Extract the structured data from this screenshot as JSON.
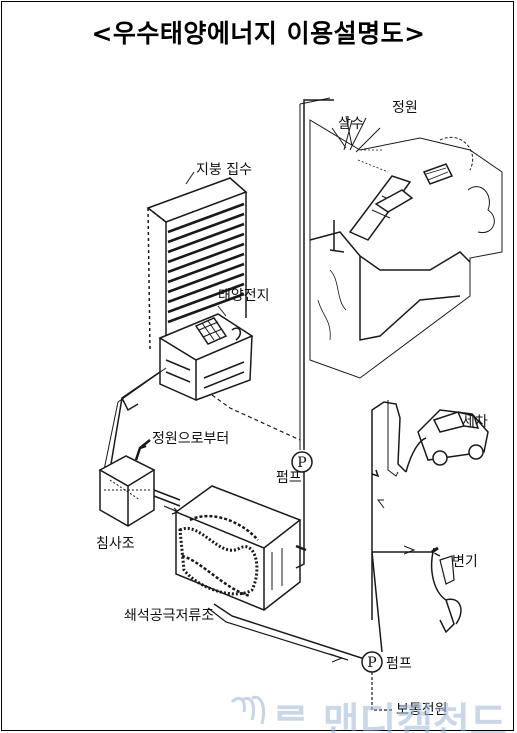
{
  "title": "<우수태양에너지 이용설명도>",
  "labels": {
    "garden": "정원",
    "sprinkle": "살수",
    "roof_collection": "지붕 집수",
    "solar_cell": "태양전지",
    "pump_upper": "펌프",
    "from_garden": "정원으로부터",
    "sedimentation_tank": "침사조",
    "storage_tank": "쇄석공극저류조",
    "car_wash": "세차",
    "toilet": "변기",
    "pump_lower": "펌프",
    "pump_symbol": "P",
    "normal_power": "보통전원"
  },
  "watermark": "ᄅ 맨디캠천드",
  "colors": {
    "line": "#1a1a1a",
    "watermark": "#9fb8d6"
  }
}
